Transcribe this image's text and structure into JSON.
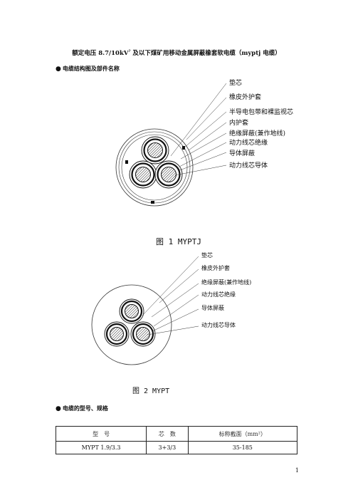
{
  "doc_title": "额定电压 8.7/10kV 及以下煤矿用移动金属屏蔽橡套软电缆（myptj 电缆）",
  "doc_title_main": "额定电压 8.7/10kV",
  "doc_title_sup": "?",
  "doc_title_rest": " 及以下煤矿用移动金属屏蔽橡套软电缆（myptj 电缆）",
  "section1": {
    "bullet": "●",
    "text": "电缆结构图及部件名称"
  },
  "figure1": {
    "labels": [
      "垫芯",
      "橡皮外护套",
      "半导电包带和裸监视芯",
      "内护套",
      "绝缘屏蔽(兼作地线)",
      "动力线芯绝缘",
      "导体屏蔽",
      "动力线芯导体"
    ],
    "caption": "图 1 MYPTJ"
  },
  "figure2": {
    "labels": [
      "垫芯",
      "橡皮外护套",
      "绝缘屏蔽(兼作地线)",
      "动力线芯绝缘",
      "导体屏蔽",
      "动力线芯导体"
    ],
    "caption": "图 2 MYPT"
  },
  "section2": {
    "bullet": "●",
    "text": "电缆的型号、规格"
  },
  "table": {
    "headers": [
      "型　号",
      "芯　数",
      "标称截面（mm²）"
    ],
    "rows": [
      [
        "MYPT 1.9/3.3",
        "3+3/3",
        "35-185"
      ]
    ]
  },
  "page_number": "1"
}
